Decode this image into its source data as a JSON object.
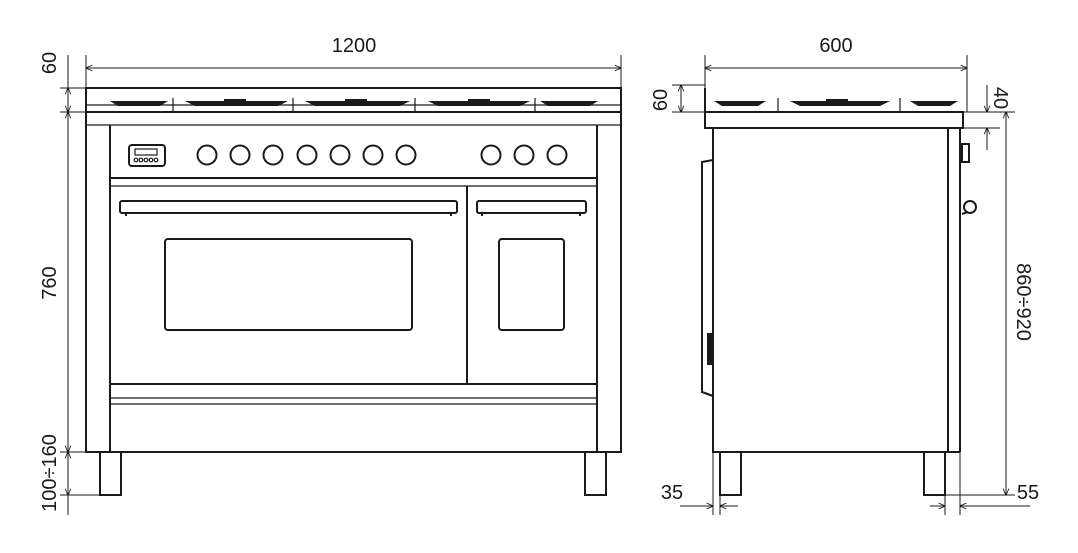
{
  "front_view": {
    "width_label": "1200",
    "top_offset_label": "60",
    "body_height_label": "760",
    "legs_label": "100÷160"
  },
  "side_view": {
    "depth_label": "600",
    "top_offset_label": "60",
    "back_offset_label": "40",
    "total_height_label": "860÷920",
    "front_offset_label": "35",
    "rear_offset_label": "55"
  }
}
